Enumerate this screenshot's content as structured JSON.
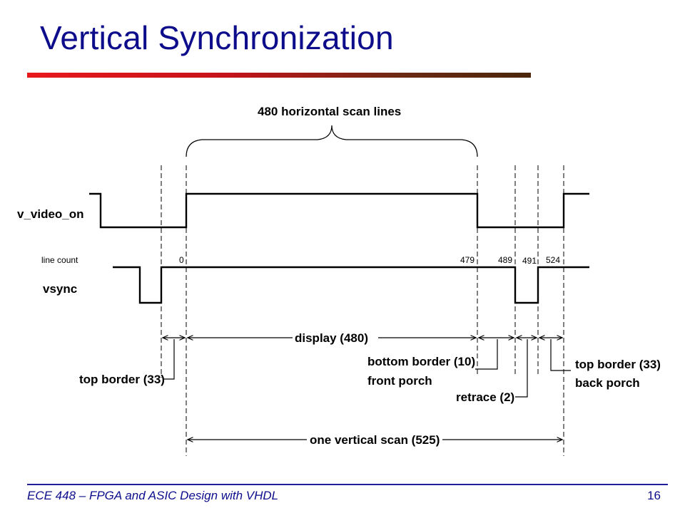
{
  "slide": {
    "title": "Vertical Synchronization",
    "footer": "ECE 448 – FPGA and ASIC Design with VHDL",
    "page_number": "16"
  },
  "diagram": {
    "brace_label": "480 horizontal scan lines",
    "signals": {
      "v_video_on": "v_video_on",
      "line_count": "line count",
      "vsync": "vsync"
    },
    "line_counts": {
      "c0": "0",
      "c479": "479",
      "c489": "489",
      "c491": "491",
      "c524": "524"
    },
    "intervals": {
      "display": "display (480)",
      "top_border_left": "top border (33)",
      "bottom_border": "bottom border (10)",
      "front_porch": "front porch",
      "retrace": "retrace (2)",
      "top_border_right": "top border (33)",
      "back_porch": "back porch",
      "vertical_scan": "one vertical scan (525)"
    }
  }
}
